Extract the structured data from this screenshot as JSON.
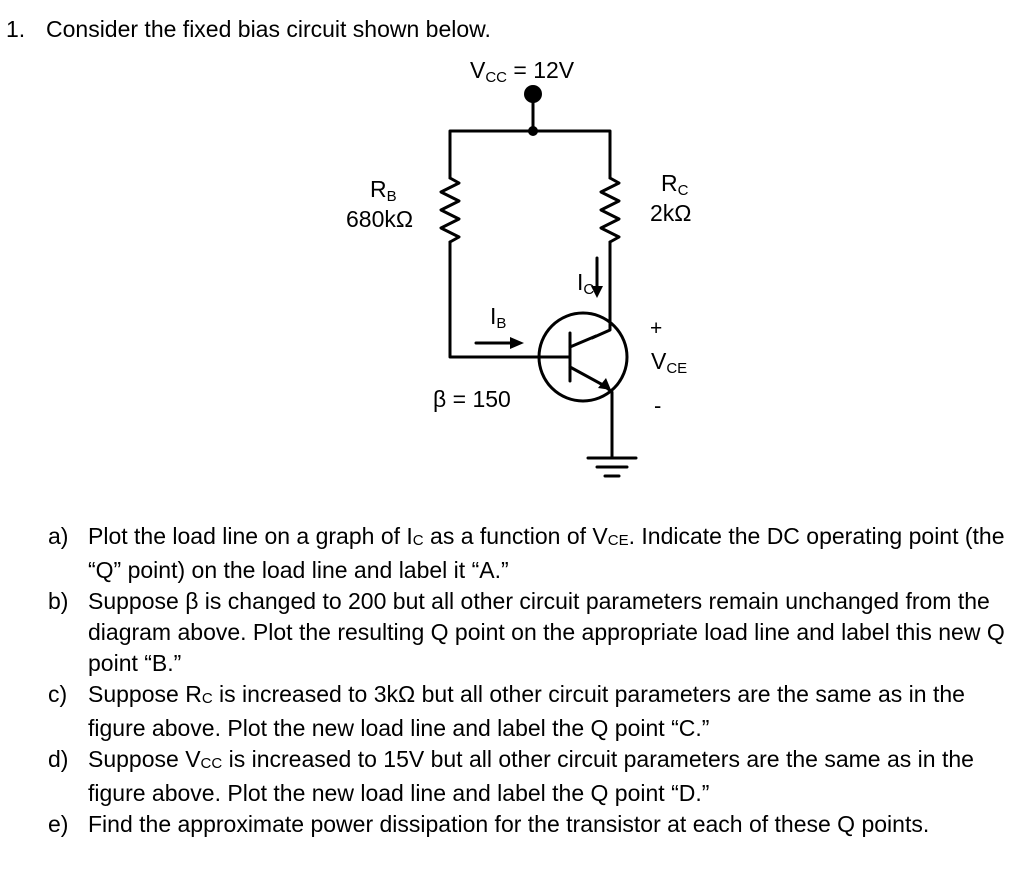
{
  "question": {
    "number": "1.",
    "intro": "Consider the fixed bias circuit shown below."
  },
  "circuit": {
    "vcc": {
      "symbol": "V",
      "sub": "CC",
      "value": " = 12V"
    },
    "rb": {
      "symbol": "R",
      "sub": "B",
      "value": "680kΩ"
    },
    "rc": {
      "symbol": "R",
      "sub": "C",
      "value": "2kΩ"
    },
    "ib": {
      "symbol": "I",
      "sub": "B"
    },
    "ic": {
      "symbol": "I",
      "sub": "C"
    },
    "vce": {
      "plus": "+",
      "symbol": "V",
      "sub": "CE",
      "minus": "-"
    },
    "beta": "β = 150"
  },
  "parts": [
    {
      "letter": "a)",
      "segments": [
        "Plot the load line on a graph of I",
        "C",
        " as a function of V",
        "CE",
        ".  Indicate the DC operating point (the “Q” point) on the load line and label it “A.”"
      ]
    },
    {
      "letter": "b)",
      "segments": [
        "Suppose β is changed to 200 but all other circuit parameters remain unchanged from the diagram above.  Plot the resulting Q point on the appropriate load line and label this new Q point “B.”"
      ]
    },
    {
      "letter": "c)",
      "segments": [
        "Suppose R",
        "C",
        " is increased to 3kΩ but all other circuit parameters are the same as in the figure above.  Plot the new load line and label the Q point “C.”"
      ]
    },
    {
      "letter": "d)",
      "segments": [
        "Suppose V",
        "CC",
        " is increased to 15V but all other circuit parameters are the same as in the figure above. Plot the new load line and label the Q point “D.”"
      ]
    },
    {
      "letter": "e)",
      "segments": [
        "Find the approximate power dissipation for the transistor at each of these Q points."
      ]
    }
  ]
}
